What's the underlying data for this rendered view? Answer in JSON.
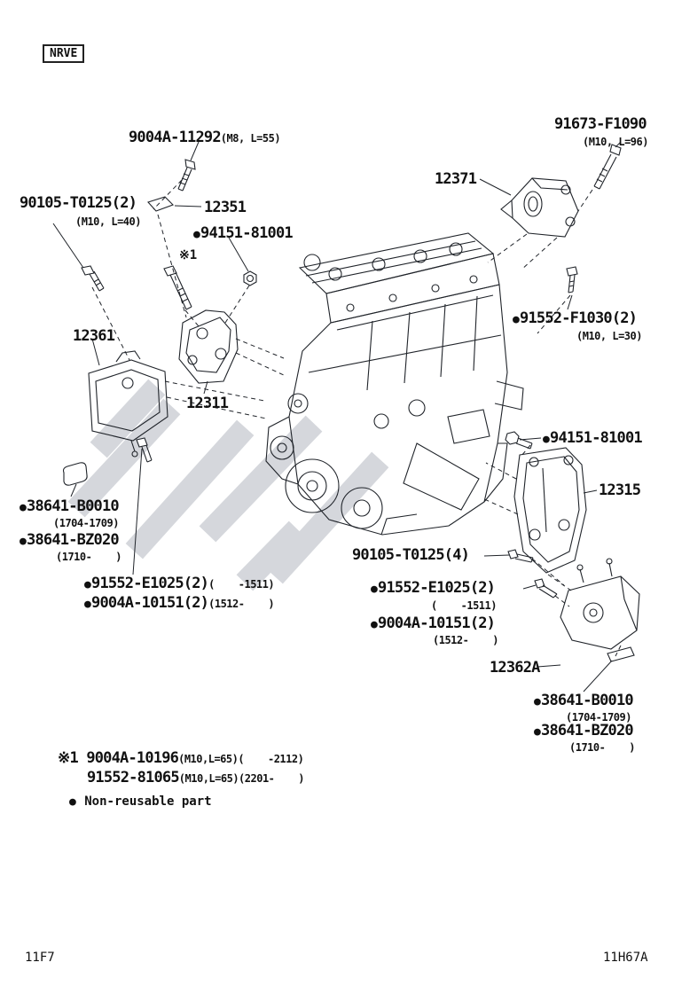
{
  "meta": {
    "model_code": "NRVE",
    "page_code_left": "11F7",
    "page_code_right": "11H67A"
  },
  "legend": {
    "bullet": "●",
    "text": " Non-reusable part"
  },
  "labels": [
    {
      "text": "9004A-11292",
      "note": "(M8, L=55)"
    },
    {
      "text": "90105-T0125(2)",
      "note": "(M10, L=40)"
    },
    {
      "text": "12351"
    },
    {
      "bullet": "●",
      "text": "94151-81001"
    },
    {
      "text": "※1"
    },
    {
      "text": "91673-F1090",
      "note": "(M10, L=96)"
    },
    {
      "text": "12371"
    },
    {
      "bullet": "●",
      "text": "91552-F1030(2)",
      "note": "(M10, L=30)"
    },
    {
      "text": "12361"
    },
    {
      "text": "12311"
    },
    {
      "bullet": "●",
      "text": "94151-81001"
    },
    {
      "text": "12315"
    },
    {
      "bullet": "●",
      "text": "38641-B0010",
      "note": "(1704-1709)"
    },
    {
      "bullet": "●",
      "text": "38641-BZ020",
      "note": "(1710-    )"
    },
    {
      "text": "90105-T0125(4)"
    },
    {
      "bullet": "●",
      "text": "91552-E1025(2)",
      "note": "(    -1511)"
    },
    {
      "bullet": "●",
      "text": "9004A-10151(2)",
      "note": "(1512-    )"
    },
    {
      "bullet": "●",
      "text": "91552-E1025(2)",
      "note": "(    -1511)"
    },
    {
      "bullet": "●",
      "text": "9004A-10151(2)",
      "note": "(1512-    )"
    },
    {
      "text": "12362A"
    },
    {
      "bullet": "●",
      "text": "38641-B0010",
      "note": "(1704-1709)"
    },
    {
      "bullet": "●",
      "text": "38641-BZ020",
      "note": "(1710-    )"
    },
    {
      "text": "※1 9004A-10196",
      "note": "(M10,L=65)(    -2112)"
    },
    {
      "text": "91552-81065",
      "note": "(M10,L=65)(2201-    )"
    }
  ]
}
